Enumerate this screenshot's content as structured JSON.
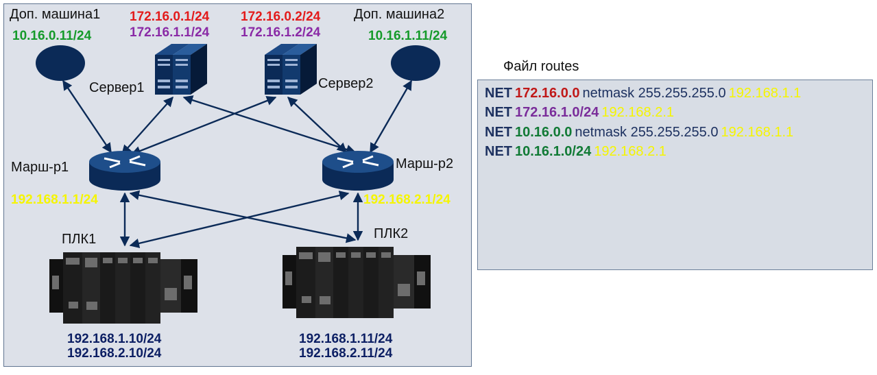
{
  "colors": {
    "red": "#e31b1b",
    "purple": "#8a2aa6",
    "green": "#159a2a",
    "yellow": "#f5f500",
    "navy": "#0b1e63",
    "device": "#0b2a57",
    "route_red": "#c01818",
    "route_purple": "#7a2d9a",
    "route_green": "#117a35"
  },
  "labels": {
    "dop1": "Доп. машина1",
    "dop2": "Доп. машина2",
    "server1": "Сервер1",
    "server2": "Сервер2",
    "router1": "Марш-р1",
    "router2": "Марш-р2",
    "plc1": "ПЛК1",
    "plc2": "ПЛК2"
  },
  "ips": {
    "dop1": "10.16.0.11/24",
    "dop2": "10.16.1.11/24",
    "server1_a": "172.16.0.1/24",
    "server1_b": "172.16.1.1/24",
    "server2_a": "172.16.0.2/24",
    "server2_b": "172.16.1.2/24",
    "router1": "192.168.1.1/24",
    "router2": "192.168.2.1/24",
    "plc1_a": "192.168.1.10/24",
    "plc1_b": "192.168.2.10/24",
    "plc2_a": "192.168.1.11/24",
    "plc2_b": "192.168.2.11/24"
  },
  "routes": {
    "title": "Файл routes",
    "lines": [
      {
        "kw": "NET",
        "net": "172.16.0.0",
        "mask": "netmask 255.255.255.0",
        "gw": "192.168.1.1"
      },
      {
        "kw": "NET",
        "net": "172.16.1.0/24",
        "mask": "",
        "gw": "192.168.2.1"
      },
      {
        "kw": "NET",
        "net": "10.16.0.0",
        "mask": "netmask 255.255.255.0",
        "gw": "192.168.1.1"
      },
      {
        "kw": "NET",
        "net": "10.16.1.0/24",
        "mask": "",
        "gw": "192.168.2.1"
      }
    ]
  }
}
